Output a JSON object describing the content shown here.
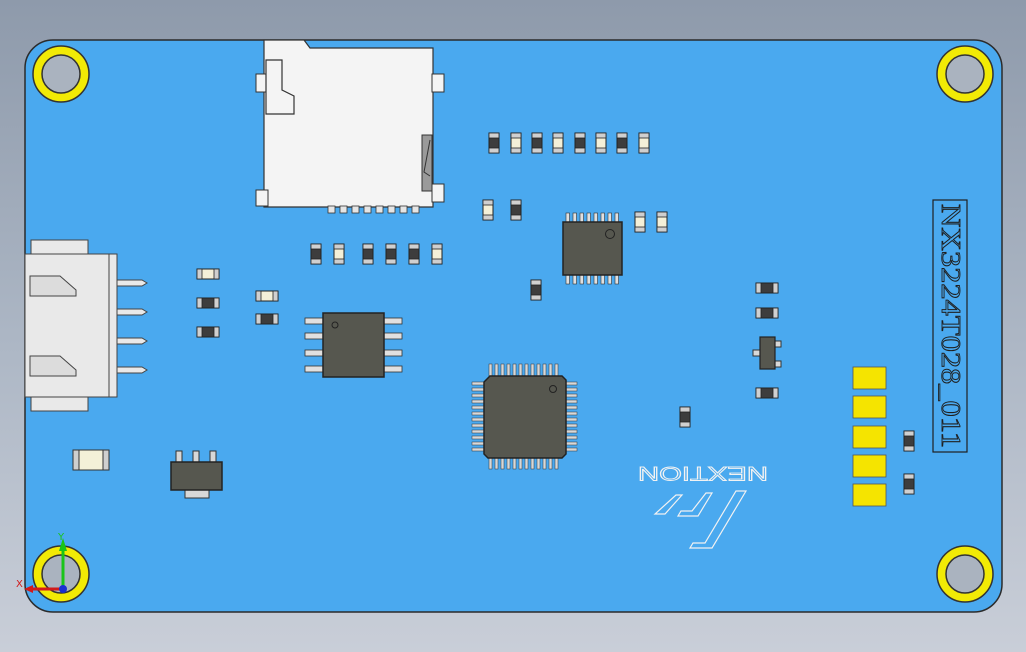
{
  "board": {
    "model_label": "NX3224T028_011",
    "brand_label": "NEXTION",
    "colors": {
      "pcb": "#4aa9ef",
      "pcb_edge": "#2b2b2b",
      "mount_ring": "#f2ea05",
      "mount_hole": "#aab3bf",
      "ic_body": "#56574f",
      "pad_gold": "#f5e400",
      "connector": "#e9e9e9"
    }
  },
  "axes": {
    "x_label": "X",
    "y_label": "Y"
  },
  "icons": {
    "triad": "coordinate-triad-icon"
  }
}
